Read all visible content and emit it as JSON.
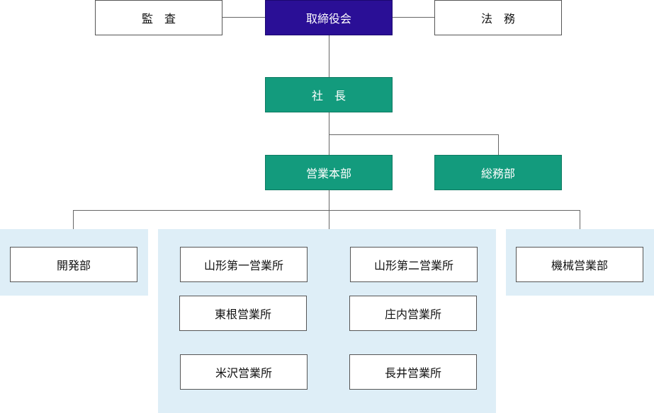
{
  "colors": {
    "board": "#2a0f96",
    "management": "#139b7d",
    "panel": "#deeef7",
    "connector": "#666666"
  },
  "top": {
    "audit": "監　査",
    "board": "取締役会",
    "legal": "法　務"
  },
  "president": "社　長",
  "divisions": {
    "sales_hq": "営業本部",
    "general_affairs": "総務部"
  },
  "departments": {
    "development": "開発部",
    "machinery_sales": "機械営業部"
  },
  "sales_offices": [
    "山形第一営業所",
    "山形第二営業所",
    "東根営業所",
    "庄内営業所",
    "米沢営業所",
    "長井営業所"
  ]
}
